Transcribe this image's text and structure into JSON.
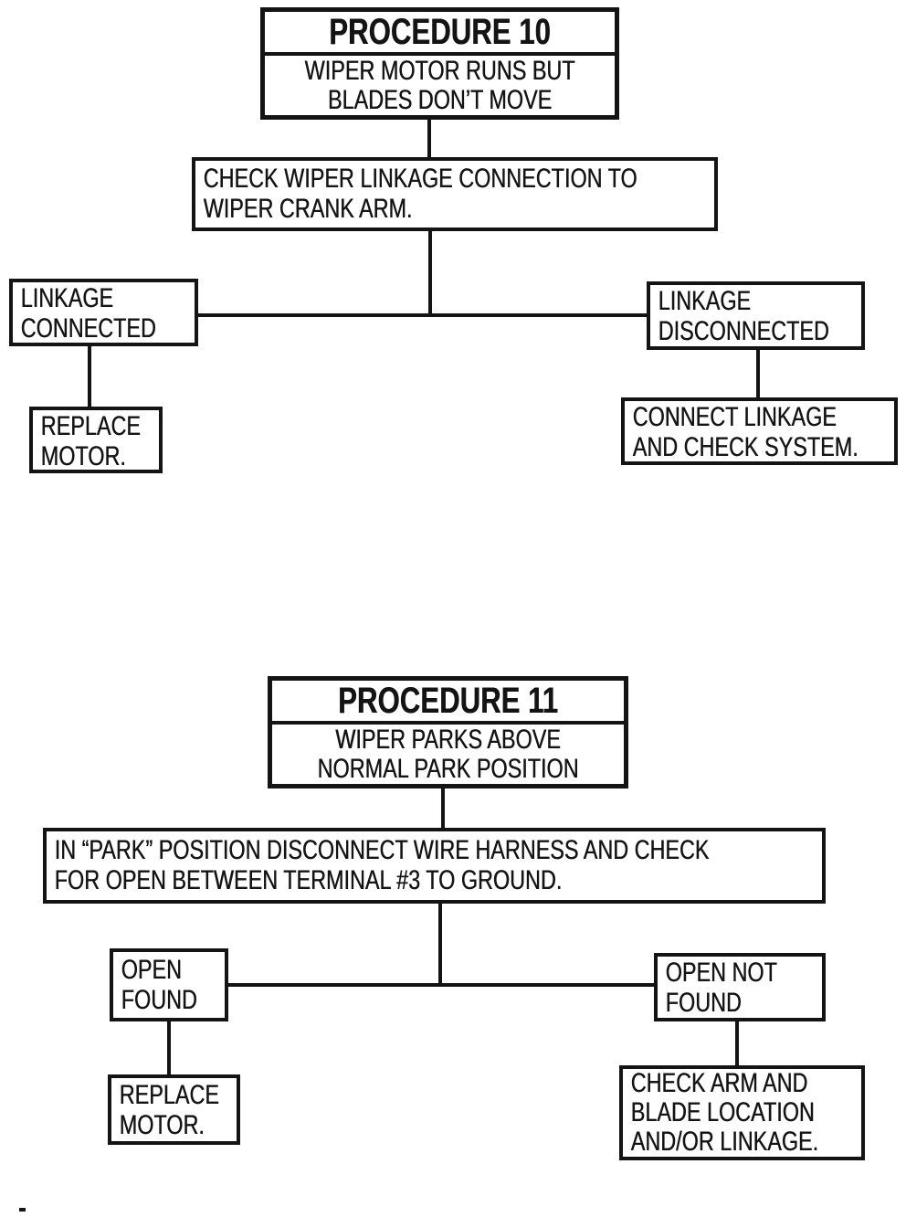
{
  "colors": {
    "ink": "#141414",
    "paper": "#ffffff"
  },
  "procedure10": {
    "title": "PROCEDURE 10",
    "subtitle_lines": [
      "WIPER MOTOR RUNS BUT",
      "BLADES DON’T MOVE"
    ],
    "step_lines": [
      "CHECK WIPER LINKAGE CONNECTION TO",
      "WIPER CRANK ARM."
    ],
    "branch_left": {
      "label_lines": [
        "LINKAGE",
        "CONNECTED"
      ],
      "action_lines": [
        "REPLACE",
        "MOTOR."
      ]
    },
    "branch_right": {
      "label_lines": [
        "LINKAGE",
        "DISCONNECTED"
      ],
      "action_lines": [
        "CONNECT LINKAGE",
        "AND CHECK SYSTEM."
      ]
    }
  },
  "procedure11": {
    "title": "PROCEDURE 11",
    "subtitle_lines": [
      "WIPER PARKS ABOVE",
      "NORMAL PARK POSITION"
    ],
    "step_lines": [
      "IN “PARK” POSITION DISCONNECT WIRE HARNESS AND CHECK",
      "FOR OPEN BETWEEN TERMINAL #3 TO GROUND."
    ],
    "branch_left": {
      "label_lines": [
        "OPEN",
        "FOUND"
      ],
      "action_lines": [
        "REPLACE",
        "MOTOR."
      ]
    },
    "branch_right": {
      "label_lines": [
        "OPEN NOT",
        "FOUND"
      ],
      "action_lines": [
        "CHECK ARM AND",
        "BLADE LOCATION",
        "AND/OR LINKAGE."
      ]
    }
  }
}
